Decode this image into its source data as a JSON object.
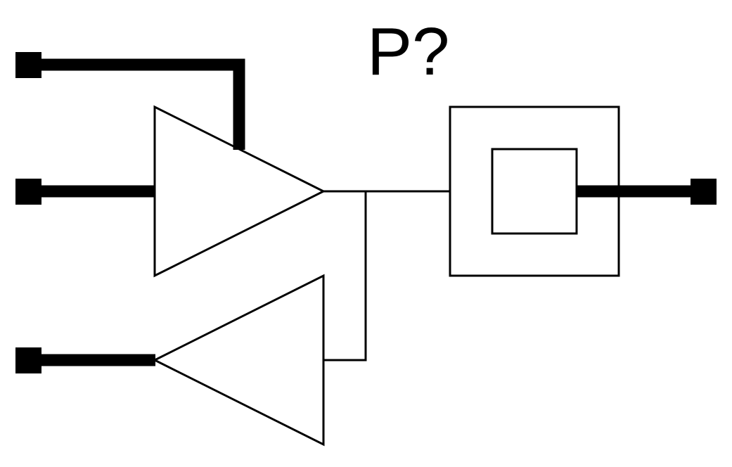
{
  "symbol": {
    "reference": "P?",
    "line_color": "#000000",
    "background_color": "#ffffff",
    "pins": [
      {
        "name": "pin-top-left",
        "position": "left-top"
      },
      {
        "name": "pin-middle-left",
        "position": "left-middle"
      },
      {
        "name": "pin-bottom-left",
        "position": "left-bottom"
      },
      {
        "name": "pin-right",
        "position": "right-middle"
      }
    ],
    "parts": [
      "transmit-amplifier-triangle",
      "receive-amplifier-triangle",
      "connector-box-outer",
      "connector-box-inner"
    ]
  }
}
